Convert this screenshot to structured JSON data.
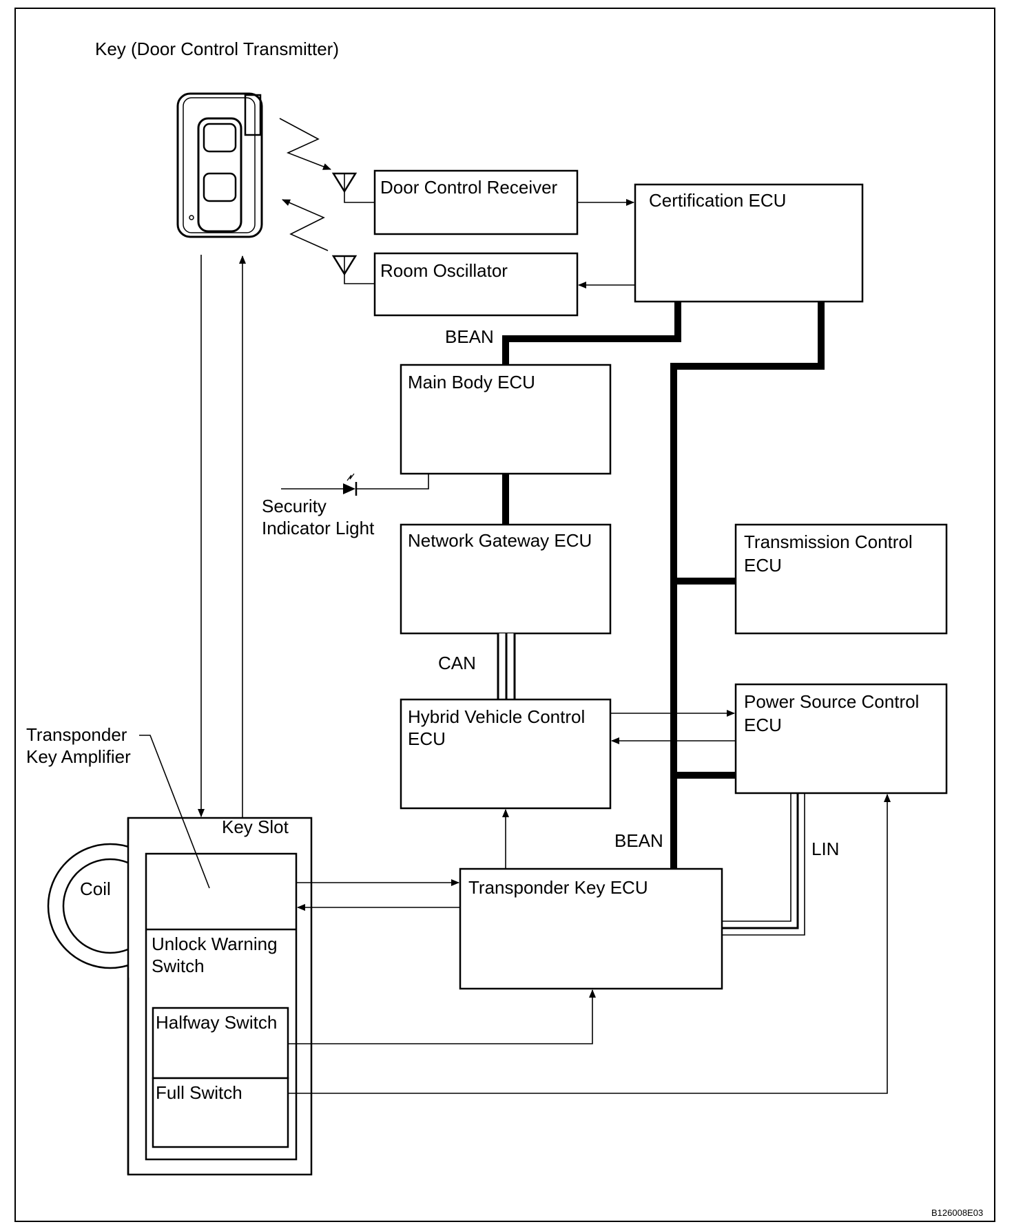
{
  "labels": {
    "key_transmitter": "Key (Door Control Transmitter)",
    "door_control_receiver": "Door Control Receiver",
    "room_oscillator": "Room Oscillator",
    "certification_ecu": "Certification ECU",
    "bean_top": "BEAN",
    "main_body_ecu": "Main Body ECU",
    "security_indicator_line1": "Security",
    "security_indicator_line2": "Indicator Light",
    "network_gateway_ecu": "Network Gateway ECU",
    "transmission_control_line1": "Transmission Control",
    "transmission_control_line2": "ECU",
    "can": "CAN",
    "hybrid_vehicle_line1": "Hybrid Vehicle Control",
    "hybrid_vehicle_line2": "ECU",
    "power_source_line1": "Power Source Control",
    "power_source_line2": "ECU",
    "transponder_amp_line1": "Transponder",
    "transponder_amp_line2": "Key Amplifier",
    "key_slot": "Key Slot",
    "coil": "Coil",
    "bean_bottom": "BEAN",
    "lin": "LIN",
    "transponder_key_ecu": "Transponder Key ECU",
    "unlock_warning_line1": "Unlock Warning",
    "unlock_warning_line2": "Switch",
    "halfway_switch": "Halfway Switch",
    "full_switch": "Full Switch",
    "figure_code": "B126008E03"
  },
  "icons": {
    "key_fob": "key-fob-icon",
    "antenna": "antenna-icon",
    "led": "led-icon"
  }
}
